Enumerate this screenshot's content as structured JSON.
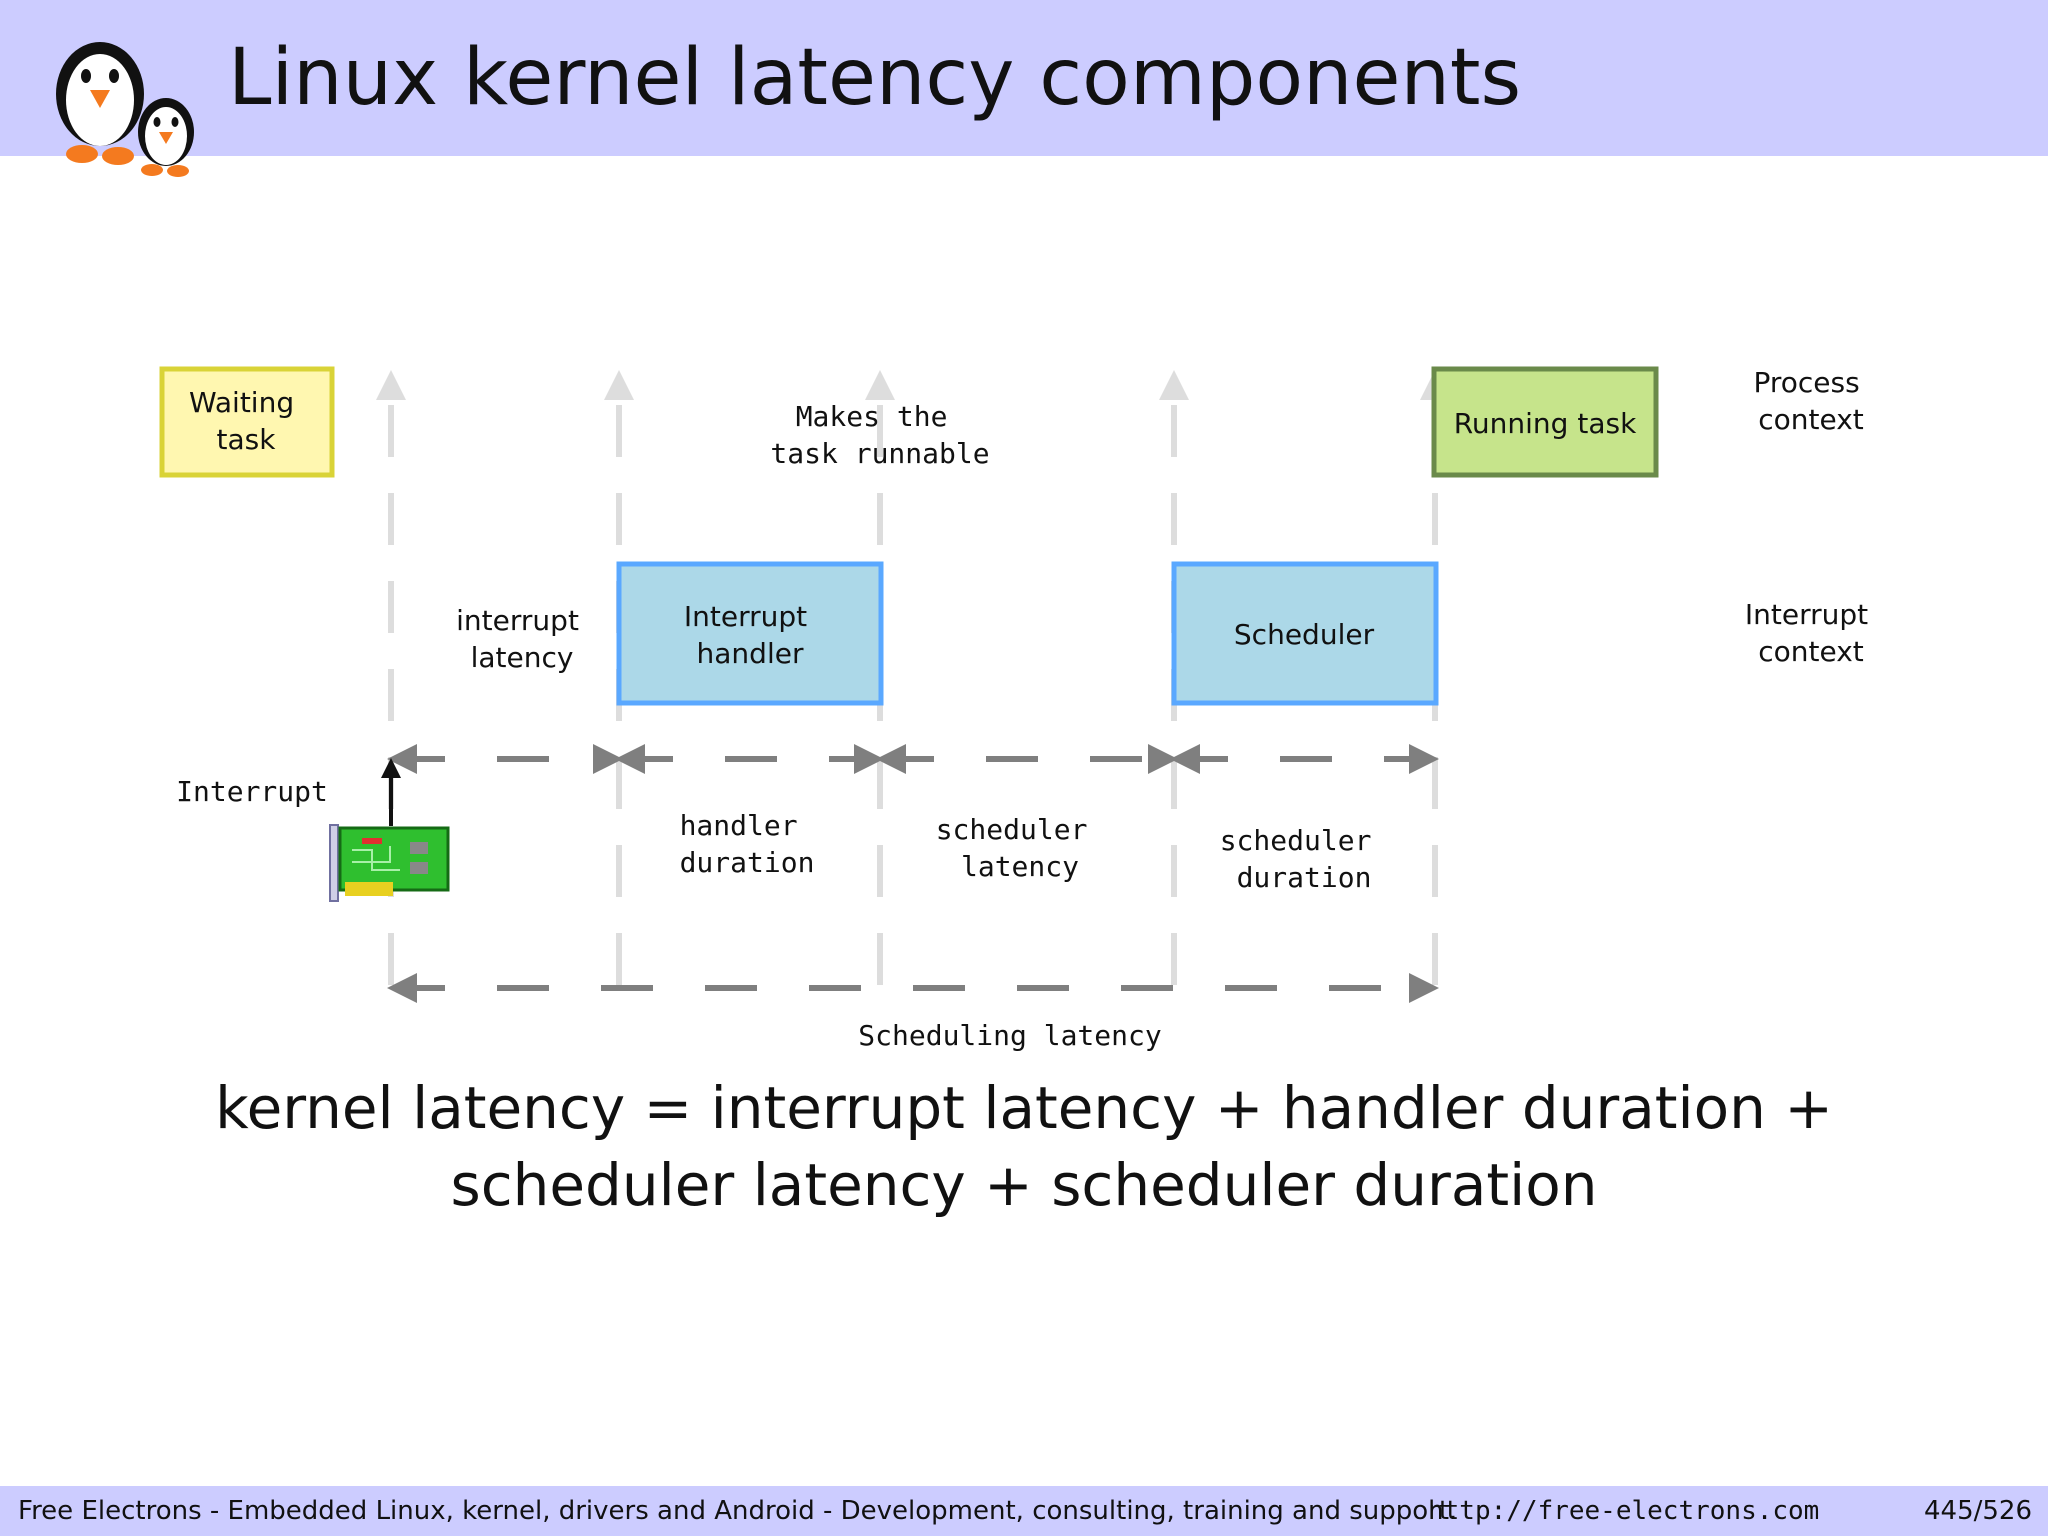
{
  "slide": {
    "title": "Linux kernel latency components",
    "formula": "kernel latency = interrupt latency + handler duration + scheduler latency + scheduler duration"
  },
  "diagram": {
    "waiting_task": "Waiting task",
    "running_task": "Running task",
    "interrupt_handler": "Interrupt handler",
    "scheduler": "Scheduler",
    "process_context": "Process context",
    "interrupt_context": "Interrupt context",
    "interrupt": "Interrupt",
    "interrupt_latency": "interrupt latency",
    "makes_runnable": "Makes the task runnable",
    "handler_duration": "handler duration",
    "scheduler_latency": "scheduler latency",
    "scheduler_duration": "scheduler duration",
    "scheduling_latency": "Scheduling latency",
    "colors": {
      "waiting_fill": "#fff7b0",
      "waiting_stroke": "#d9d337",
      "running_fill": "#c6e48b",
      "running_stroke": "#6a8a4a",
      "context_fill": "#acd8e8",
      "context_stroke": "#5aa8ff",
      "arrow": "#7f7f7f",
      "guide": "#dddddd"
    }
  },
  "footer": {
    "text": "Free Electrons - Embedded Linux, kernel, drivers and Android - Development, consulting, training and support.",
    "url": "http://free-electrons.com",
    "page": "445/526"
  }
}
